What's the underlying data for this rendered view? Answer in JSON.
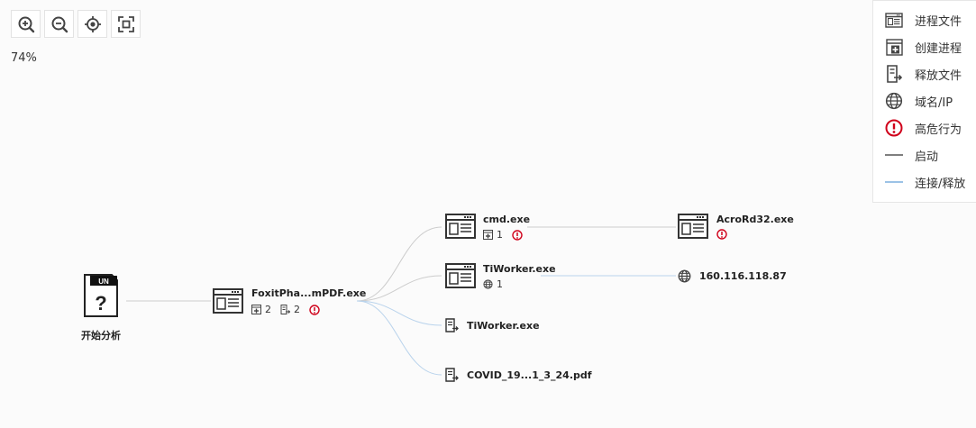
{
  "toolbar": {
    "zoom_in": "zoom-in",
    "zoom_out": "zoom-out",
    "locate": "locate",
    "fit": "fit-view"
  },
  "zoom": "74%",
  "legend": {
    "items": [
      {
        "icon": "process-file-icon",
        "label": "进程文件"
      },
      {
        "icon": "create-process-icon",
        "label": "创建进程"
      },
      {
        "icon": "release-file-icon",
        "label": "释放文件"
      },
      {
        "icon": "domain-ip-icon",
        "label": "域名/IP"
      },
      {
        "icon": "high-risk-icon",
        "label": "高危行为"
      },
      {
        "icon": "start-line-icon",
        "label": "启动"
      },
      {
        "icon": "connect-release-line-icon",
        "label": "连接/释放"
      }
    ]
  },
  "graph": {
    "start": {
      "label": "开始分析",
      "badge": "UN",
      "glyph": "?"
    },
    "root": {
      "name": "FoxitPha...mPDF.exe",
      "create_count": "2",
      "release_count": "2"
    },
    "cmd": {
      "name": "cmd.exe",
      "create_count": "1"
    },
    "acrord": {
      "name": "AcroRd32.exe"
    },
    "tiworker_proc": {
      "name": "TiWorker.exe",
      "domain_count": "1"
    },
    "ip": {
      "name": "160.116.118.87"
    },
    "tiworker_file": {
      "name": "TiWorker.exe"
    },
    "pdf_file": {
      "name": "COVID_19...1_3_24.pdf"
    }
  },
  "colors": {
    "start_line": "#cccccc",
    "connect_line": "#b9d3ec",
    "danger": "#d0021b",
    "icon": "#444444"
  }
}
